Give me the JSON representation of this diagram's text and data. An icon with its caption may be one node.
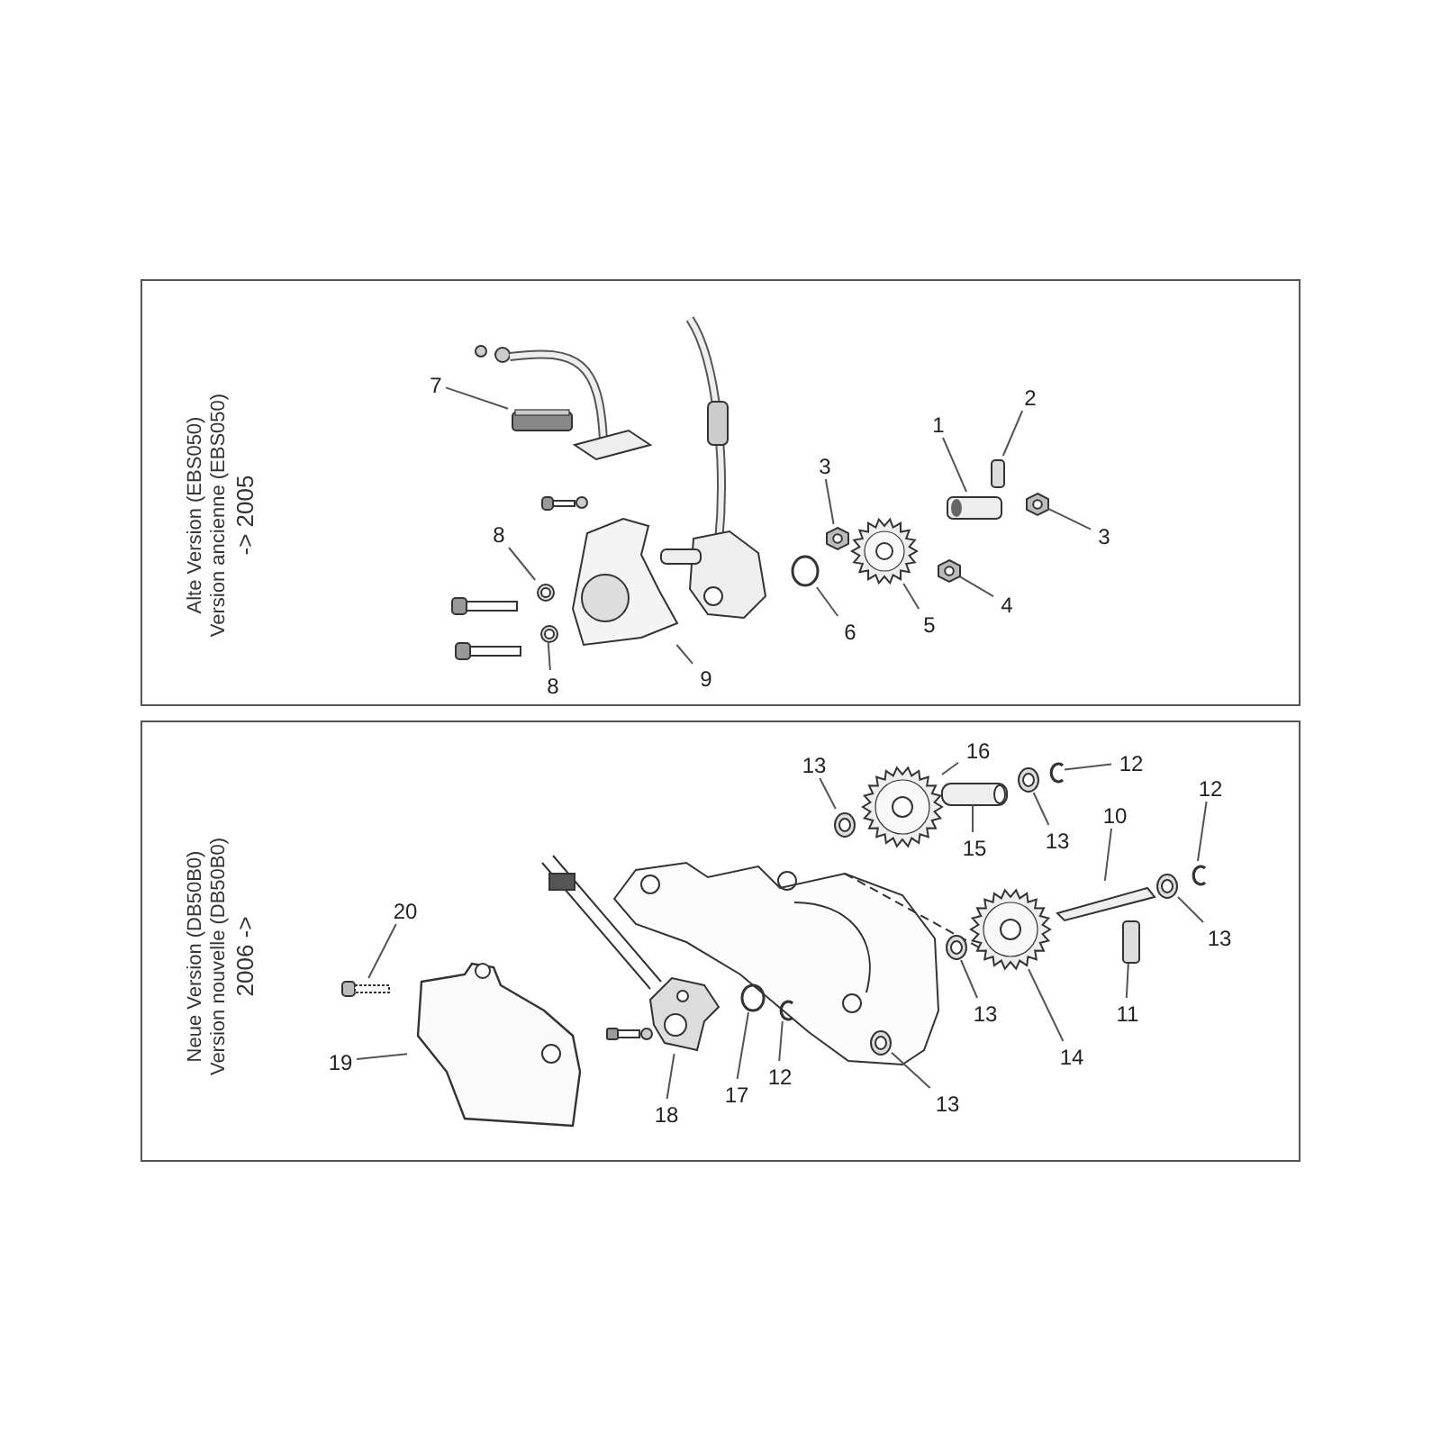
{
  "diagram": {
    "nodes": [
      {
        "text": [
          "Alte Version (EBS050)",
          "Version ancienne (EBS050)",
          "-> 2005"
        ]
      },
      {
        "text": [
          "7"
        ],
        "in": 0
      },
      {
        "text": [],
        "shape": "box",
        "in": 0
      },
      {
        "text": [
          "2"
        ],
        "in": 0
      },
      {
        "text": [],
        "shape": "bar",
        "in": 0
      },
      {
        "text": [
          "1"
        ],
        "in": 0
      },
      {
        "text": [],
        "shape": "picture",
        "in": 0
      },
      {
        "text": [
          "3"
        ],
        "in": 0
      },
      {
        "text": [],
        "shape": "picture",
        "in": 0
      },
      {
        "text": [
          "3"
        ],
        "in": 0
      },
      {
        "text": [],
        "shape": "picture",
        "in": 0
      },
      {
        "text": [
          "8"
        ],
        "in": 0
      },
      {
        "text": [],
        "shape": "picture",
        "in": 0
      },
      {
        "text": [
          "4"
        ],
        "in": 0
      },
      {
        "text": [],
        "shape": "picture",
        "in": 0
      },
      {
        "text": [
          "5"
        ],
        "in": 0
      },
      {
        "text": [],
        "shape": "picture",
        "in": 0
      },
      {
        "text": [
          "6"
        ],
        "in": 0
      },
      {
        "text": [],
        "shape": "circle",
        "in": 0
      },
      {
        "text": [
          "9"
        ],
        "in": 0
      },
      {
        "text": [],
        "shape": "picture",
        "in": 0
      },
      {
        "text": [
          "8"
        ],
        "in": 0
      },
      {
        "text": [],
        "shape": "picture",
        "in": 0
      },
      {
        "text": [
          "Neue Version (DB50B0)",
          "Version nouvelle (DB50B0)",
          "2006 ->"
        ]
      },
      {
        "text": [
          "16"
        ],
        "in": 23
      },
      {
        "text": [],
        "shape": "picture",
        "in": 23
      },
      {
        "text": [
          "13"
        ],
        "in": 23
      },
      {
        "text": [],
        "shape": "picture",
        "in": 23
      },
      {
        "text": [
          "12"
        ],
        "in": 23
      },
      {
        "text": [],
        "shape": "picture",
        "in": 23
      },
      {
        "text": [
          "12"
        ],
        "in": 23
      },
      {
        "text": [],
        "shape": "picture",
        "in": 23
      },
      {
        "text": [
          "10"
        ],
        "in": 23
      },
      {
        "text": [],
        "shape": "picture",
        "in": 23
      },
      {
        "text": [
          "15"
        ],
        "in": 23
      },
      {
        "text": [],
        "shape": "picture",
        "in": 23
      },
      {
        "text": [
          "13"
        ],
        "in": 23
      },
      {
        "text": [],
        "shape": "picture",
        "in": 23
      },
      {
        "text": [
          "20"
        ],
        "in": 23
      },
      {
        "text": [],
        "shape": "picture",
        "in": 23
      },
      {
        "text": [
          "13"
        ],
        "in": 23
      },
      {
        "text": [],
        "shape": "picture",
        "in": 23
      },
      {
        "text": [
          "11"
        ],
        "in": 23
      },
      {
        "text": [],
        "shape": "bar",
        "in": 23
      },
      {
        "text": [
          "13"
        ],
        "in": 23
      },
      {
        "text": [],
        "shape": "picture",
        "in": 23
      },
      {
        "text": [
          "14"
        ],
        "in": 23
      },
      {
        "text": [],
        "shape": "picture",
        "in": 23
      },
      {
        "text": [
          "19"
        ],
        "in": 23
      },
      {
        "text": [],
        "shape": "picture",
        "in": 23
      },
      {
        "text": [
          "12"
        ],
        "in": 23
      },
      {
        "text": [],
        "shape": "picture",
        "in": 23
      },
      {
        "text": [
          "17"
        ],
        "in": 23
      },
      {
        "text": [],
        "shape": "circle",
        "in": 23
      },
      {
        "text": [
          "13"
        ],
        "in": 23
      },
      {
        "text": [],
        "shape": "picture",
        "in": 23
      },
      {
        "text": [
          "18"
        ],
        "in": 23
      },
      {
        "text": [],
        "shape": "picture",
        "in": 23
      }
    ],
    "edges": [
      {
        "from": 1,
        "to": 2,
        "arrow": "none"
      },
      {
        "from": 3,
        "to": 4,
        "arrow": "none"
      },
      {
        "from": 5,
        "to": 6,
        "arrow": "none"
      },
      {
        "from": 7,
        "to": 8,
        "arrow": "none"
      },
      {
        "from": 9,
        "to": 10,
        "arrow": "none"
      },
      {
        "from": 11,
        "to": 12,
        "arrow": "none"
      },
      {
        "from": 13,
        "to": 14,
        "arrow": "none"
      },
      {
        "from": 15,
        "to": 16,
        "arrow": "none"
      },
      {
        "from": 17,
        "to": 18,
        "arrow": "none"
      },
      {
        "from": 19,
        "to": 20,
        "arrow": "none"
      },
      {
        "from": 21,
        "to": 22,
        "arrow": "none"
      },
      {
        "from": 24,
        "to": 25,
        "arrow": "none"
      },
      {
        "from": 26,
        "to": 27,
        "arrow": "none"
      },
      {
        "from": 28,
        "to": 29,
        "arrow": "none"
      },
      {
        "from": 30,
        "to": 31,
        "arrow": "none"
      },
      {
        "from": 32,
        "to": 33,
        "arrow": "none"
      },
      {
        "from": 34,
        "to": 35,
        "arrow": "none"
      },
      {
        "from": 36,
        "to": 37,
        "arrow": "none"
      },
      {
        "from": 38,
        "to": 39,
        "arrow": "none"
      },
      {
        "from": 40,
        "to": 41,
        "arrow": "none"
      },
      {
        "from": 42,
        "to": 43,
        "arrow": "none"
      },
      {
        "from": 44,
        "to": 45,
        "arrow": "none"
      },
      {
        "from": 46,
        "to": 47,
        "arrow": "none"
      },
      {
        "from": 48,
        "to": 49,
        "arrow": "none"
      },
      {
        "from": 50,
        "to": 51,
        "arrow": "none"
      },
      {
        "from": 52,
        "to": 53,
        "arrow": "none"
      },
      {
        "from": 54,
        "to": 55,
        "arrow": "none"
      },
      {
        "from": 56,
        "to": 57,
        "arrow": "none"
      }
    ]
  }
}
